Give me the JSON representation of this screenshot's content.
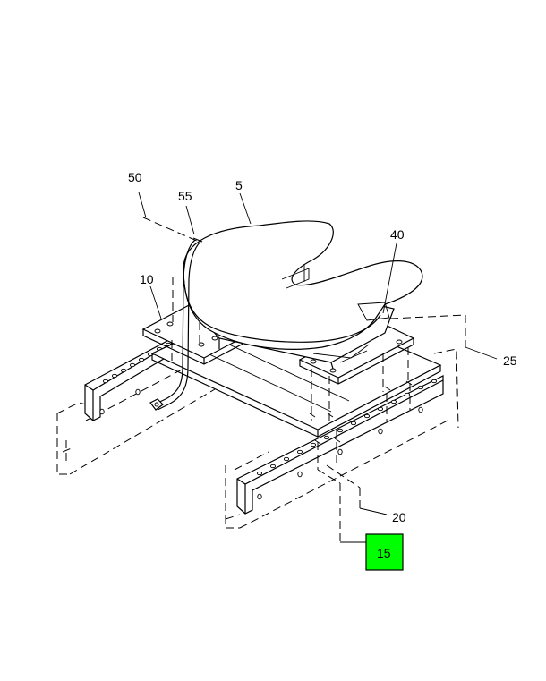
{
  "callouts": {
    "c5": "5",
    "c10": "10",
    "c15": "15",
    "c20": "20",
    "c25": "25",
    "c40": "40",
    "c50": "50",
    "c55": "55"
  },
  "highlight": {
    "callout": "15",
    "color": "#00ff00"
  }
}
